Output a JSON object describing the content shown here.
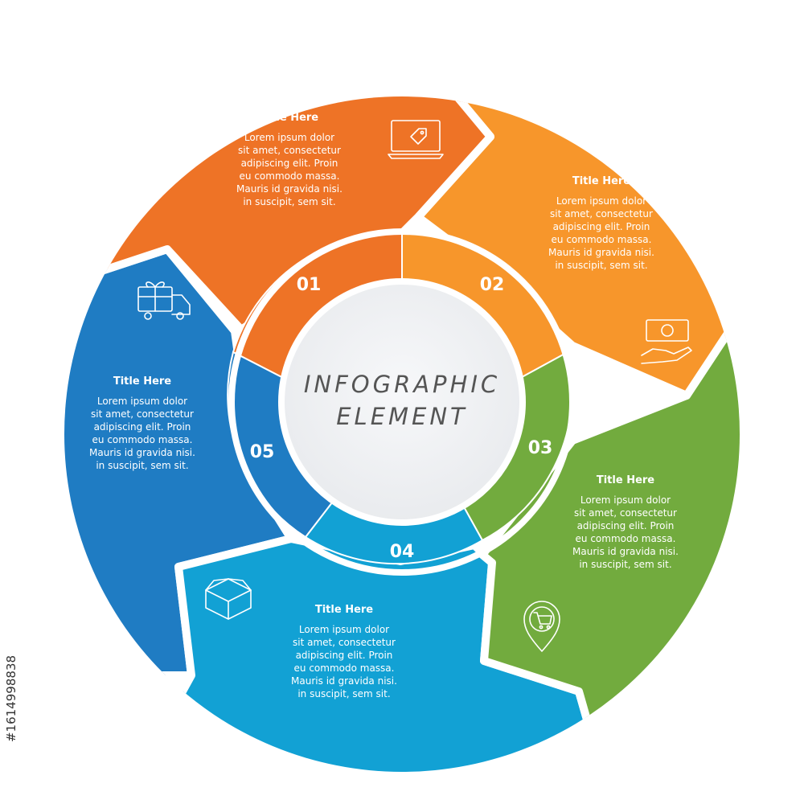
{
  "center": {
    "line1": "INFOGRAPHIC",
    "line2": "ELEMENT"
  },
  "stock_id": "#1614998838",
  "segments": [
    {
      "number": "01",
      "title": "Title Here",
      "icon": "laptop-tag-icon",
      "color": "#ee7326",
      "body": [
        "Lorem ipsum dolor",
        "sit amet, consectetur",
        "adipiscing elit. Proin",
        "eu commodo massa.",
        "Mauris id gravida nisi.",
        "in suscipit, sem sit."
      ]
    },
    {
      "number": "02",
      "title": "Title Here",
      "icon": "hand-money-icon",
      "color": "#f7962b",
      "body": [
        "Lorem ipsum dolor",
        "sit amet, consectetur",
        "adipiscing elit. Proin",
        "eu commodo massa.",
        "Mauris id gravida nisi.",
        "in suscipit, sem sit."
      ]
    },
    {
      "number": "03",
      "title": "Title Here",
      "icon": "shopping-cart-pin-icon",
      "color": "#72ab3e",
      "body": [
        "Lorem ipsum dolor",
        "sit amet, consectetur",
        "adipiscing elit. Proin",
        "eu commodo massa.",
        "Mauris id gravida nisi.",
        "in suscipit, sem sit."
      ]
    },
    {
      "number": "04",
      "title": "Title Here",
      "icon": "open-box-icon",
      "color": "#12a1d4",
      "body": [
        "Lorem ipsum dolor",
        "sit amet, consectetur",
        "adipiscing elit. Proin",
        "eu commodo massa.",
        "Mauris id gravida nisi.",
        "in suscipit, sem sit."
      ]
    },
    {
      "number": "05",
      "title": "Title Here",
      "icon": "gift-truck-icon",
      "color": "#1f7cc3",
      "body": [
        "Lorem ipsum dolor",
        "sit amet, consectetur",
        "adipiscing elit. Proin",
        "eu commodo massa.",
        "Mauris id gravida nisi.",
        "in suscipit, sem sit."
      ]
    }
  ]
}
